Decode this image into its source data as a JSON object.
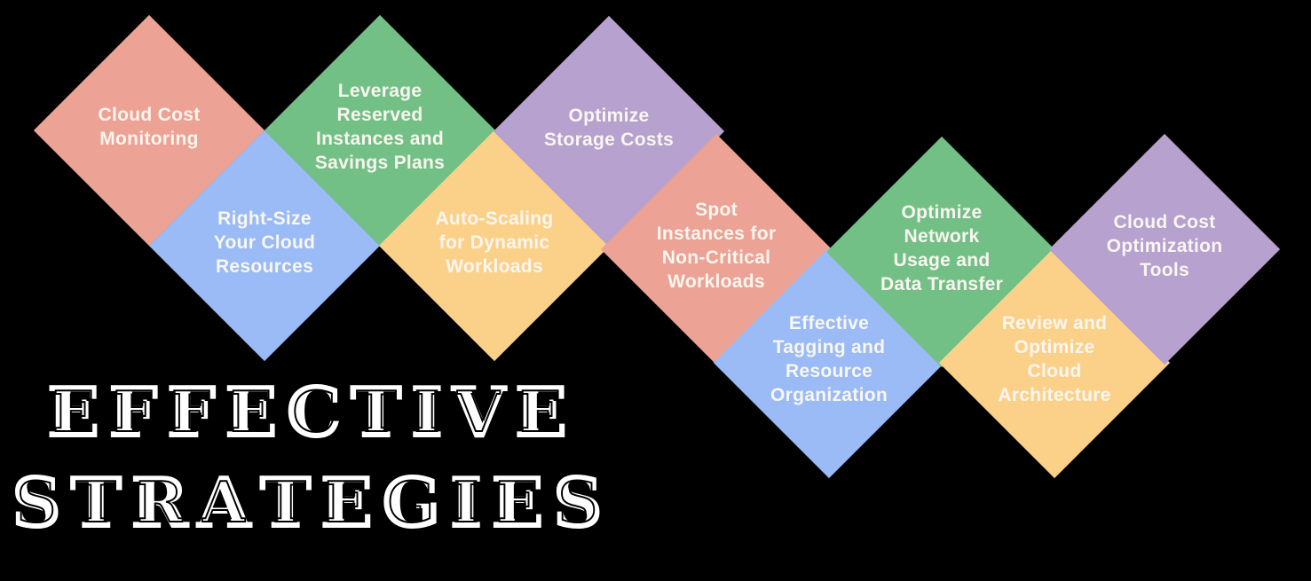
{
  "background_color": "#000000",
  "label_text_color": "#FAF6F0",
  "title": {
    "line1": "EFFECTIVE",
    "line2": "STRATEGIES",
    "color": "#FFFFFF"
  },
  "palette": {
    "salmon": "#ECA294",
    "blue": "#9ABBF5",
    "green": "#73C086",
    "orange": "#FBD18A",
    "purple": "#B6A1CF"
  },
  "diamonds": [
    {
      "name": "cloud-cost-monitoring",
      "color": "#ECA294",
      "lines": [
        "Cloud Cost",
        "Monitoring"
      ]
    },
    {
      "name": "right-size-cloud-resources",
      "color": "#9ABBF5",
      "lines": [
        "Right-Size",
        "Your Cloud",
        "Resources"
      ]
    },
    {
      "name": "leverage-reserved-instances",
      "color": "#73C086",
      "lines": [
        "Leverage",
        "Reserved",
        "Instances and",
        "Savings Plans"
      ]
    },
    {
      "name": "auto-scaling-dynamic-workloads",
      "color": "#FBD18A",
      "lines": [
        "Auto-Scaling",
        "for Dynamic",
        "Workloads"
      ]
    },
    {
      "name": "optimize-storage-costs",
      "color": "#B6A1CF",
      "lines": [
        "Optimize",
        "Storage Costs"
      ]
    },
    {
      "name": "spot-instances-non-critical",
      "color": "#ECA294",
      "lines": [
        "Spot",
        "Instances for",
        "Non-Critical",
        "Workloads"
      ]
    },
    {
      "name": "effective-tagging-resource-organization",
      "color": "#9ABBF5",
      "lines": [
        "Effective",
        "Tagging and",
        "Resource",
        "Organization"
      ]
    },
    {
      "name": "optimize-network-usage-data-transfer",
      "color": "#73C086",
      "lines": [
        "Optimize",
        "Network",
        "Usage and",
        "Data Transfer"
      ]
    },
    {
      "name": "review-optimize-cloud-architecture",
      "color": "#FBD18A",
      "lines": [
        "Review and",
        "Optimize",
        "Cloud",
        "Architecture"
      ]
    },
    {
      "name": "cloud-cost-optimization-tools",
      "color": "#B6A1CF",
      "lines": [
        "Cloud Cost",
        "Optimization",
        "Tools"
      ]
    }
  ]
}
